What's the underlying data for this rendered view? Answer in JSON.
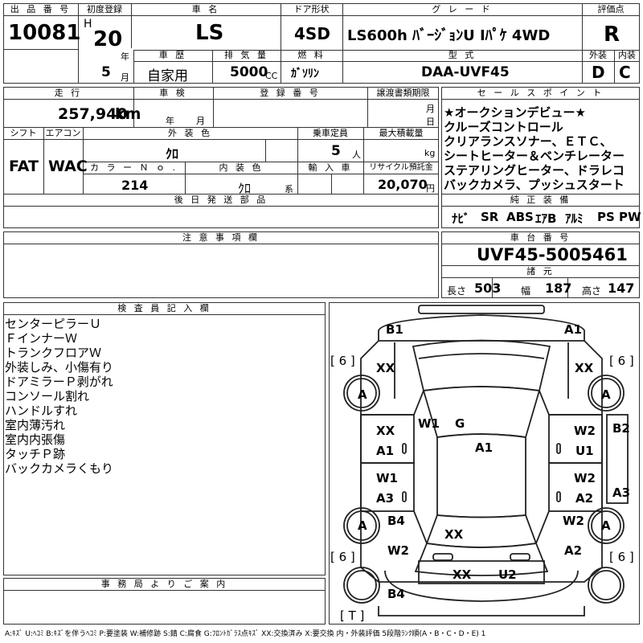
{
  "header": {
    "lot_no_label": "出 品 番 号",
    "lot_no": "10081",
    "first_reg_label": "初度登録",
    "era": "H",
    "year": "20",
    "year_unit": "年",
    "month": "5",
    "month_unit": "月",
    "car_name_label": "車 名",
    "car_name": "LS",
    "history_label": "車 歴",
    "history": "自家用",
    "displacement_label": "排 気 量",
    "displacement": "5000",
    "displacement_unit": "CC",
    "door_label": "ドア形状",
    "door": "4SD",
    "fuel_label": "燃 料",
    "fuel": "ｶﾞｿﾘﾝ",
    "grade_label": "グ レ ー ド",
    "grade": "LS600h ﾊﾞｰｼﾞｮﾝU Iﾊﾟｹ 4WD",
    "model_label": "型 式",
    "model": "DAA-UVF45",
    "score_label": "評価点",
    "score": "R",
    "exterior_label": "外装",
    "exterior": "D",
    "interior_label": "内装",
    "interior": "C"
  },
  "row2": {
    "mileage_label": "走 行",
    "mileage": "257,940",
    "mileage_unit": "km",
    "inspection_label": "車 検",
    "insp_year_unit": "年",
    "insp_month_unit": "月",
    "reg_no_label": "登 録 番 号",
    "transfer_label": "譲渡書類期限",
    "transfer_month_unit": "月",
    "transfer_day_unit": "日",
    "shift_label": "シフト",
    "shift": "FAT",
    "ac_label": "エアコン",
    "ac": "WAC",
    "color_label": "外 装 色",
    "color": "ｸﾛ",
    "capacity_label": "乗車定員",
    "capacity": "5",
    "capacity_unit": "人",
    "load_label": "最大積載量",
    "load_unit": "kg",
    "color_no_label": "カ ラ ー Ｎ ｏ .",
    "color_no": "214",
    "int_color_label": "内 装 色",
    "int_color": "ｸﾛ",
    "int_color_unit": "系",
    "import_label": "輸 入 車",
    "recycle_label": "リサイクル預託金",
    "recycle": "20,070",
    "recycle_unit": "円",
    "later_label": "後 日 発 送 部 品",
    "caution_label": "注 意 事 項 欄"
  },
  "sales_points": {
    "label": "セ ー ル ス ポ イ ン ト",
    "lines": [
      "★オークションデビュー★",
      "クルーズコントロール",
      "クリアランスソナー、ＥＴＣ、",
      "シートヒーター＆ベンチレーター",
      "ステアリングヒーター、ドラレコ",
      "バックカメラ、プッシュスタート"
    ]
  },
  "equipment": {
    "label": "純 正 装 備",
    "items": [
      "ﾅﾋﾞ",
      "SR",
      "ABS",
      "ｴｱB",
      "ｱﾙﾐ",
      "PS",
      "PW"
    ]
  },
  "chassis": {
    "label": "車 台 番 号",
    "value": "UVF45-5005461"
  },
  "dimensions": {
    "label": "諸 元",
    "length_label": "長さ",
    "length": "503",
    "width_label": "幅",
    "width": "187",
    "height_label": "高さ",
    "height": "147"
  },
  "inspector": {
    "label": "検 査 員 記 入 欄",
    "lines": [
      "センターピラーＵ",
      "ＦインナーＷ",
      "トランクフロアＷ",
      "外装しみ、小傷有り",
      "ドアミラーＰ剥がれ",
      "コンソール割れ",
      "ハンドルすれ",
      "室内薄汚れ",
      "室内内張傷",
      "タッチＰ跡",
      "バックカメラくもり"
    ]
  },
  "office": {
    "label": "事 務 局 よ り ご 案 内"
  },
  "diagram": {
    "marks": {
      "b1": "B1",
      "a1_top": "A1",
      "tire6_tl": "[ 6 ]",
      "tire6_tr": "[ 6 ]",
      "xx_tl": "XX",
      "xx_tr": "XX",
      "a_tl": "A",
      "a_tr": "A",
      "w1_hood": "W1",
      "g_glass": "G",
      "a1_roof": "A1",
      "xx_fl": "XX",
      "a1_fl": "A1",
      "w2_fr": "W2",
      "u1_fr": "U1",
      "b2": "B2",
      "w1_rl": "W1",
      "a3_rl": "A3",
      "w2_rr": "W2",
      "a2_rr": "A2",
      "a3_r": "A3",
      "a_bl": "A",
      "a_br": "A",
      "b4_l": "B4",
      "w2_r": "W2",
      "xx_trunk": "XX",
      "tire6_bl": "[ 6 ]",
      "tire6_br": "[ 6 ]",
      "w2_l": "W2",
      "a2_br": "A2",
      "xx_bumper": "XX",
      "u2_bumper": "U2",
      "b4_bottom": "B4",
      "t_mark": "[ T ]"
    }
  },
  "footer": {
    "legend": "A:ｷｽﾞ U:ﾍｺﾐ B:ｷｽﾞを伴うﾍｺﾐ P:要塗装 W:補修跡 S:錆 C:腐食 G:ﾌﾛﾝﾄｶﾞﾗｽ点ｷｽﾞ XX:交換済み X:要交換 内・外装評価 5段階ﾗﾝｸ順(A・B・C・D・E) 1"
  }
}
